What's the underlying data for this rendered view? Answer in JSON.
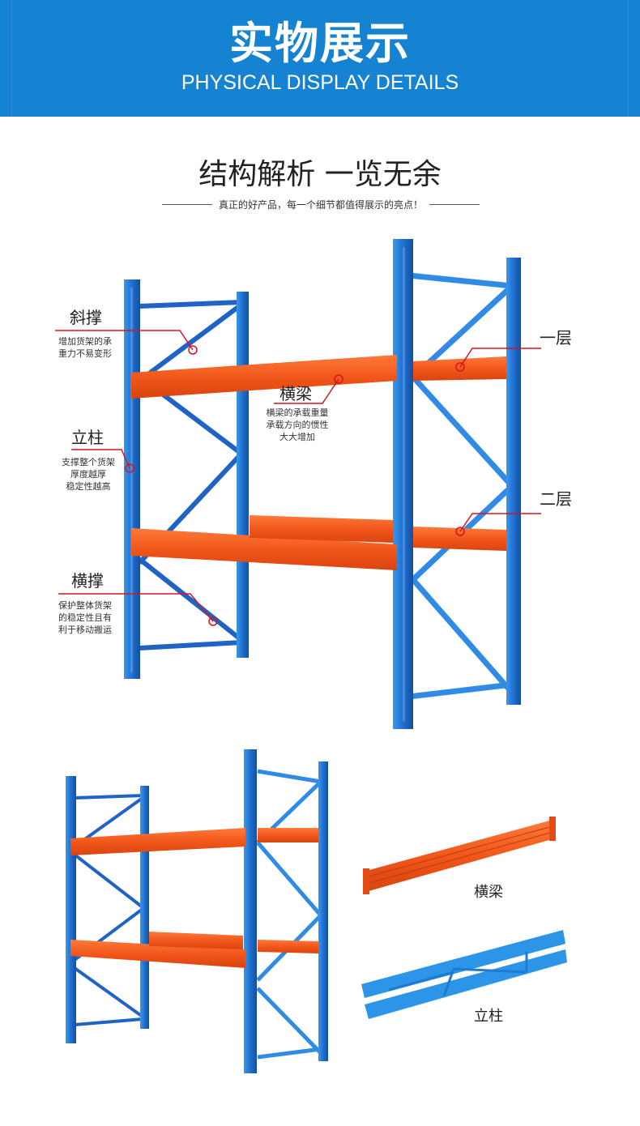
{
  "banner": {
    "title": "实物展示",
    "subtitle": "PHYSICAL DISPLAY DETAILS",
    "bg_color": "#1583d1"
  },
  "section": {
    "title": "结构解析 一览无余",
    "subtitle": "真正的好产品，每一个细节都值得展示的亮点！"
  },
  "callouts": {
    "diagonal": {
      "title": "斜撑",
      "desc": [
        "增加货架的承",
        "重力不易变形"
      ]
    },
    "upright": {
      "title": "立柱",
      "desc": [
        "支撑整个货架",
        "厚度越厚",
        "稳定性越高"
      ]
    },
    "horizontal": {
      "title": "横撑",
      "desc": [
        "保护整体货架",
        "的稳定性且有",
        "利于移动搬运"
      ]
    },
    "beam": {
      "title": "横梁",
      "desc": [
        "横梁的承载重量",
        "承载方向的惯性",
        "大大增加"
      ]
    },
    "level1": {
      "title": "一层"
    },
    "level2": {
      "title": "二层"
    }
  },
  "parts": {
    "beam_label": "横梁",
    "upright_label": "立柱"
  },
  "colors": {
    "upright_blue": "#1f6fd0",
    "brace_blue": "#2a86e0",
    "beam_orange": "#f2571b",
    "callout_red": "#d8141e"
  }
}
